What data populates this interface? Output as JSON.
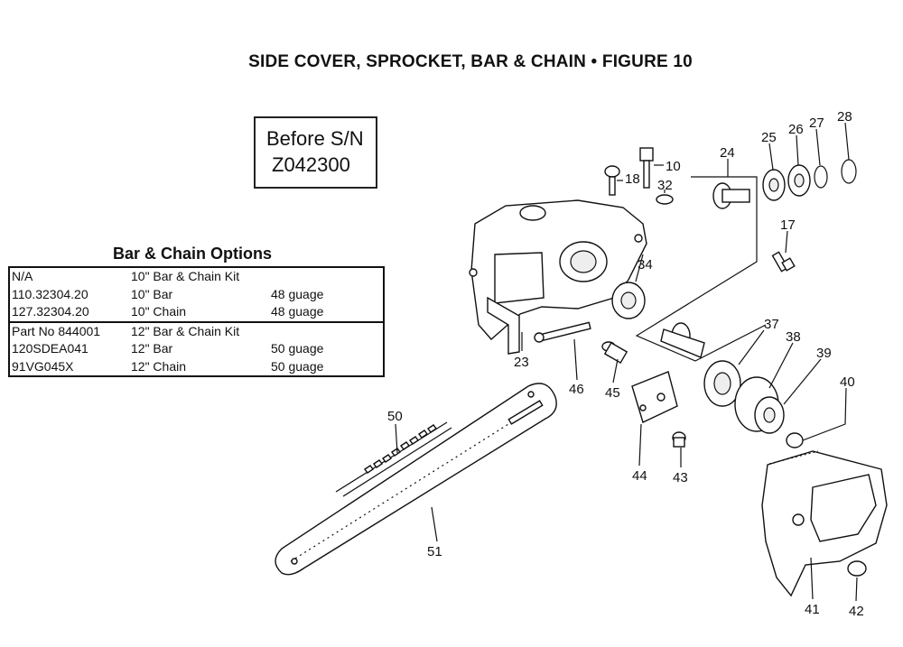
{
  "title": "SIDE COVER, SPROCKET, BAR & CHAIN  •  FIGURE 10",
  "serial_note": {
    "line1": "Before S/N",
    "line2": "Z042300"
  },
  "options": {
    "title": "Bar & Chain Options",
    "groups": [
      {
        "rows": [
          {
            "part": "N/A",
            "desc": "10\" Bar & Chain Kit",
            "gauge": ""
          },
          {
            "part": "110.32304.20",
            "desc": "10\" Bar",
            "gauge": "48 guage"
          },
          {
            "part": "127.32304.20",
            "desc": "10\" Chain",
            "gauge": "48 guage"
          }
        ]
      },
      {
        "rows": [
          {
            "part": "Part No 844001",
            "desc": "12\" Bar & Chain Kit",
            "gauge": ""
          },
          {
            "part": "120SDEA041",
            "desc": "12\" Bar",
            "gauge": "50 guage"
          },
          {
            "part": "91VG045X",
            "desc": "12\" Chain",
            "gauge": "50 guage"
          }
        ]
      }
    ]
  },
  "callouts": {
    "p10": "10",
    "p17": "17",
    "p18": "18",
    "p23": "23",
    "p24": "24",
    "p25": "25",
    "p26": "26",
    "p27": "27",
    "p28": "28",
    "p32": "32",
    "p34": "34",
    "p37": "37",
    "p38": "38",
    "p39": "39",
    "p40": "40",
    "p41": "41",
    "p42": "42",
    "p43": "43",
    "p44": "44",
    "p45": "45",
    "p46": "46",
    "p50": "50",
    "p51": "51"
  }
}
